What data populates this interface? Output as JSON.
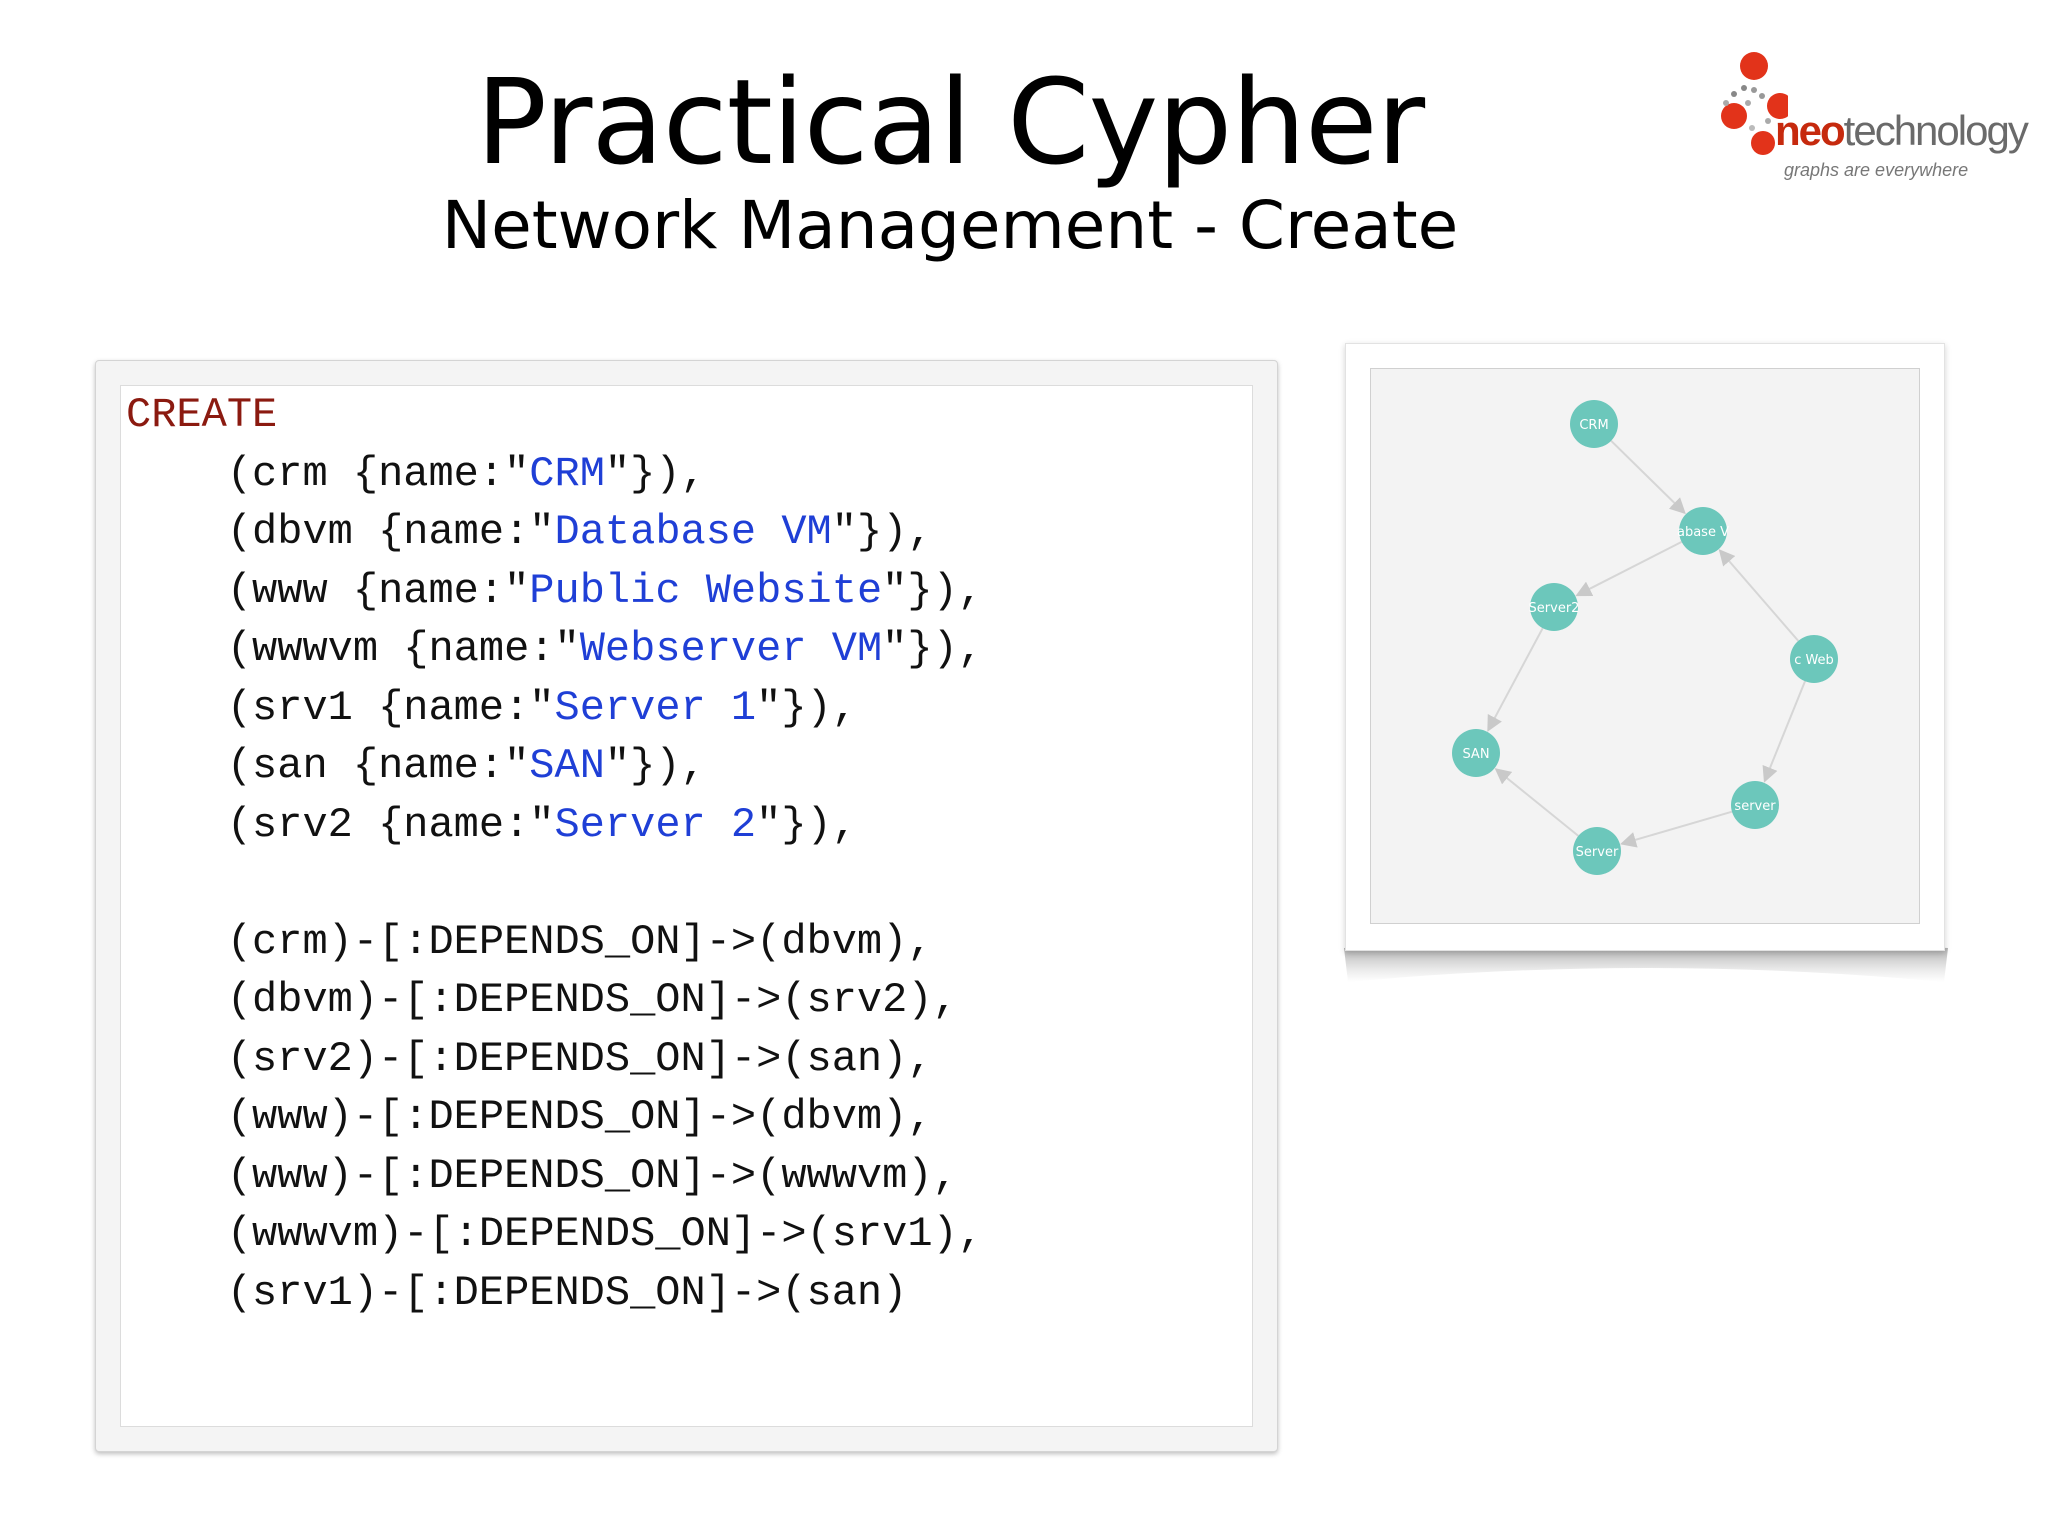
{
  "slide": {
    "title": "Practical Cypher",
    "subtitle": "Network Management - Create"
  },
  "logo": {
    "word_neo": "neo",
    "word_tech": "technology",
    "tagline": "graphs are everywhere"
  },
  "code": {
    "keyword": "CREATE",
    "nodes": [
      {
        "var": "crm",
        "name": "CRM"
      },
      {
        "var": "dbvm",
        "name": "Database VM"
      },
      {
        "var": "www",
        "name": "Public Website"
      },
      {
        "var": "wwwvm",
        "name": "Webserver VM"
      },
      {
        "var": "srv1",
        "name": "Server 1"
      },
      {
        "var": "san",
        "name": "SAN"
      },
      {
        "var": "srv2",
        "name": "Server 2"
      }
    ],
    "relationships": [
      "(crm)-[:DEPENDS_ON]->(dbvm),",
      "(dbvm)-[:DEPENDS_ON]->(srv2),",
      "(srv2)-[:DEPENDS_ON]->(san),",
      "(www)-[:DEPENDS_ON]->(dbvm),",
      "(www)-[:DEPENDS_ON]->(wwwvm),",
      "(wwwvm)-[:DEPENDS_ON]->(srv1),",
      "(srv1)-[:DEPENDS_ON]->(san)"
    ]
  },
  "graph": {
    "node_color": "#6cc7bb",
    "nodes": [
      {
        "id": "crm",
        "label": "CRM"
      },
      {
        "id": "dbvm",
        "label": "abase V"
      },
      {
        "id": "srv2",
        "label": "Server2"
      },
      {
        "id": "www",
        "label": "c Web"
      },
      {
        "id": "san",
        "label": "SAN"
      },
      {
        "id": "wwwvm",
        "label": "server"
      },
      {
        "id": "srv1",
        "label": "Server"
      }
    ],
    "edges": [
      [
        "crm",
        "dbvm"
      ],
      [
        "dbvm",
        "srv2"
      ],
      [
        "srv2",
        "san"
      ],
      [
        "www",
        "dbvm"
      ],
      [
        "www",
        "wwwvm"
      ],
      [
        "wwwvm",
        "srv1"
      ],
      [
        "srv1",
        "san"
      ]
    ]
  }
}
